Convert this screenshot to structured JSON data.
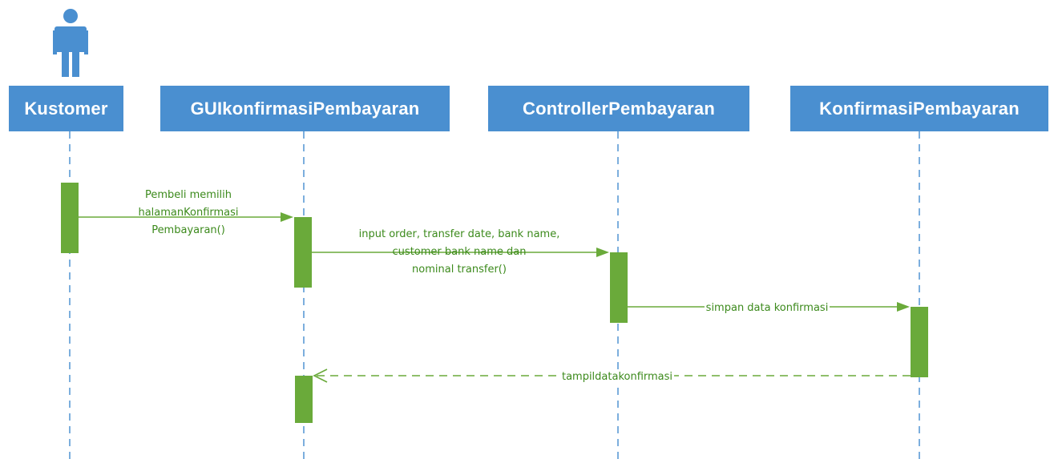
{
  "lifelines": [
    {
      "id": "kustomer",
      "label": "Kustomer",
      "is_actor": true
    },
    {
      "id": "gui",
      "label": "GUIkonfirmasiPembayaran"
    },
    {
      "id": "controller",
      "label": "ControllerPembayaran"
    },
    {
      "id": "konfirmasi",
      "label": "KonfirmasiPembayaran"
    }
  ],
  "messages": [
    {
      "from": "kustomer",
      "to": "gui",
      "style": "solid",
      "lines": [
        "Pembeli memilih",
        "halamanKonfirmasi",
        "Pembayaran()"
      ]
    },
    {
      "from": "gui",
      "to": "controller",
      "style": "solid",
      "lines": [
        "input order, transfer date, bank name,",
        "customer bank name dan",
        "nominal transfer()"
      ]
    },
    {
      "from": "controller",
      "to": "konfirmasi",
      "style": "solid",
      "lines": [
        "simpan data konfirmasi"
      ]
    },
    {
      "from": "konfirmasi",
      "to": "gui",
      "style": "dashed-return",
      "lines": [
        "tampildatakonfirmasi"
      ]
    }
  ],
  "colors": {
    "header_fill": "#4a8fd0",
    "header_text": "#ffffff",
    "lifeline": "#5b9bd5",
    "activation": "#6aaa3a",
    "message": "#6aaa3a",
    "message_text": "#3c8a1c",
    "actor": "#4a8fd0"
  }
}
